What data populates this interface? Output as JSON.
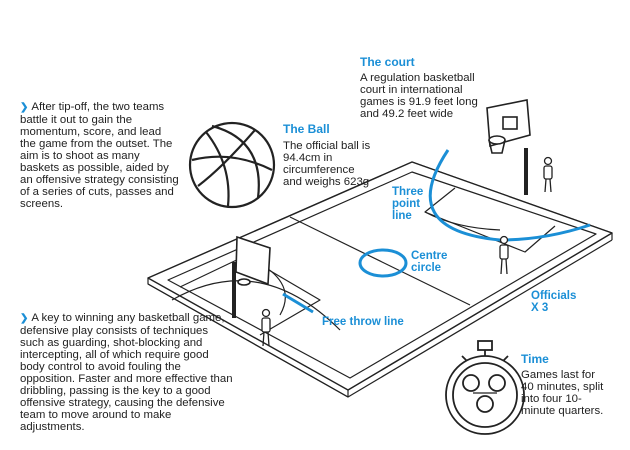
{
  "intro": {
    "bullet_icon": "chevron-right-icon",
    "text": "After tip-off, the two teams battle it out to gain the momentum, score, and lead the game from the outset. The aim is to shoot as many baskets as possible, aided by an offensive strategy consisting of a series of cuts, passes and screens."
  },
  "defense": {
    "bullet_icon": "chevron-right-icon",
    "text": "A key to winning any basketball game, defensive play consists of techniques such as guarding, shot-blocking and intercepting, all of which require good body control to avoid fouling the opposition. Faster and more effective than dribbling, passing is the key to a good offensive strategy, causing the defensive team to move around to make adjustments."
  },
  "ball": {
    "title": "The Ball",
    "text": "The official ball is 94.4cm in circumference and weighs 623g"
  },
  "court": {
    "title": "The court",
    "text": "A regulation basketball court in international games is 91.9 feet long and 49.2 feet wide"
  },
  "labels": {
    "three_point": "Three point line",
    "centre_circle": "Centre circle",
    "free_throw": "Free throw line",
    "officials": "Officials X 3"
  },
  "time": {
    "title": "Time",
    "text": "Games last for 40 minutes, split into four 10-minute quarters."
  },
  "colors": {
    "accent": "#1b8fd6",
    "line": "#222222"
  }
}
